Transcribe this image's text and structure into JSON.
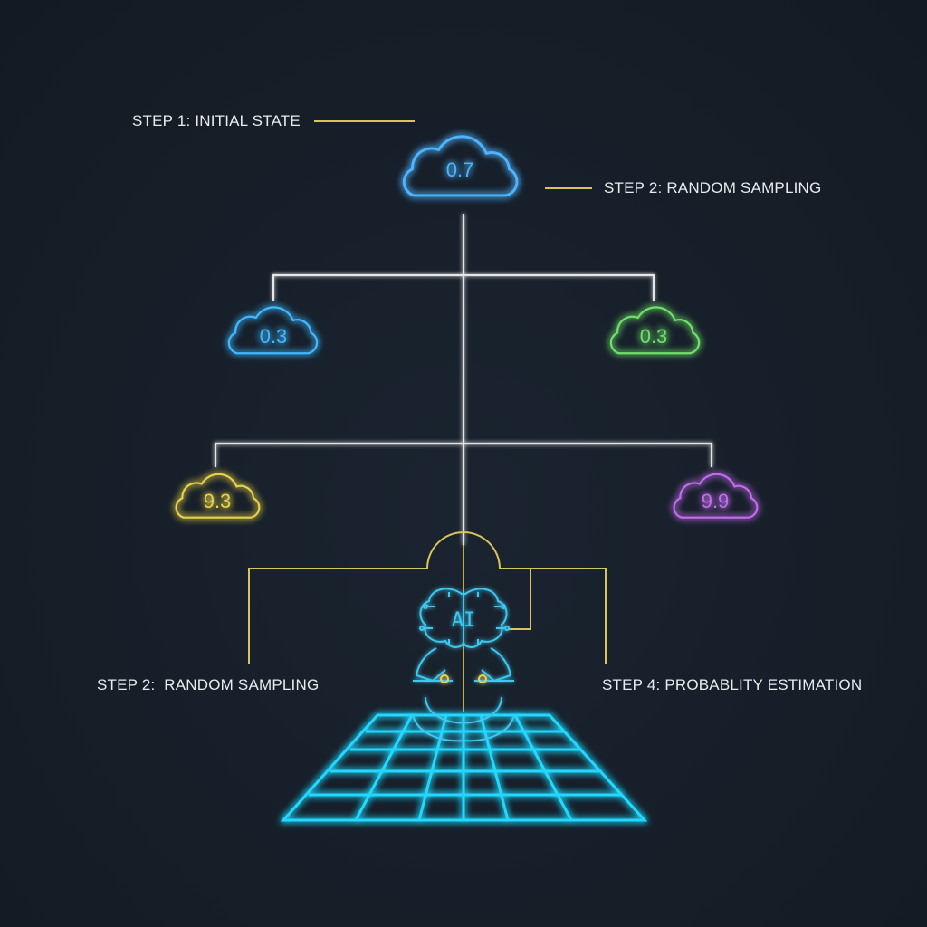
{
  "labels": {
    "step1": "STEP 1: INITIAL STATE",
    "step2_top": "STEP 2: RANDOM SAMPLING",
    "step2_bottom": "STEP 2:  RANDOM SAMPLING",
    "step4": "STEP 4: PROBABLITY ESTIMATION"
  },
  "nodes": {
    "root": {
      "value": "0.7",
      "color": "#4fb4ff"
    },
    "left1": {
      "value": "0.3",
      "color": "#3fb8ff"
    },
    "right1": {
      "value": "0.3",
      "color": "#6ee06a"
    },
    "left2": {
      "value": "9.3",
      "color": "#e8d24a"
    },
    "right2": {
      "value": "9.9",
      "color": "#c46cf0"
    }
  },
  "brain": {
    "text": "AI",
    "icon": "brain-icon",
    "color": "#3ec8f0"
  },
  "colors": {
    "connector": "#e6e6e6",
    "leader": "#d8c45a",
    "grid": "#22d8ff"
  }
}
